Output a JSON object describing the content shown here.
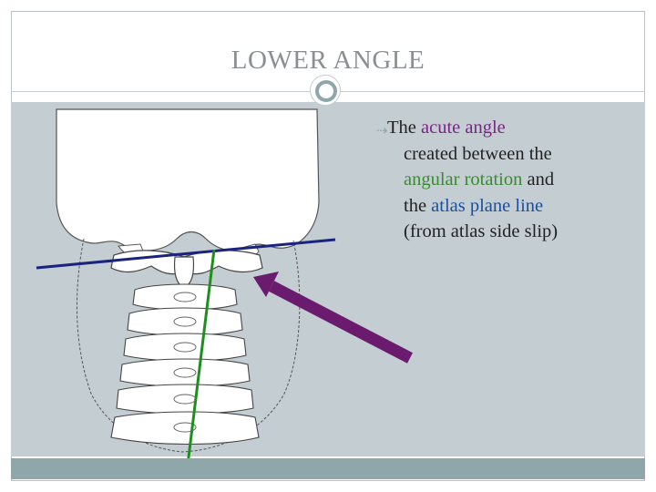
{
  "slide": {
    "title": "LOWER ANGLE",
    "bullet": {
      "line1_prefix": "The ",
      "line1_highlight": "acute angle",
      "line2": "created between the",
      "line3_highlight": "angular rotation",
      "line3_suffix": " and",
      "line4_prefix": "the ",
      "line4_highlight": "atlas plane line",
      "line5": "(from atlas side slip)"
    }
  },
  "colors": {
    "background_panel": "#c3cdd2",
    "accent_teal": "#8fa7ab",
    "purple_text": "#7a2583",
    "green_text": "#3a8a33",
    "blue_text": "#1c4f9b",
    "blue_line": "#1a237e",
    "green_line": "#1e8f1e",
    "arrow_purple": "#6a1b6d"
  },
  "icons": {
    "bullet": "arrow-bullet-icon",
    "badge": "ring-circle-icon",
    "arrow": "pointer-arrow-icon"
  }
}
